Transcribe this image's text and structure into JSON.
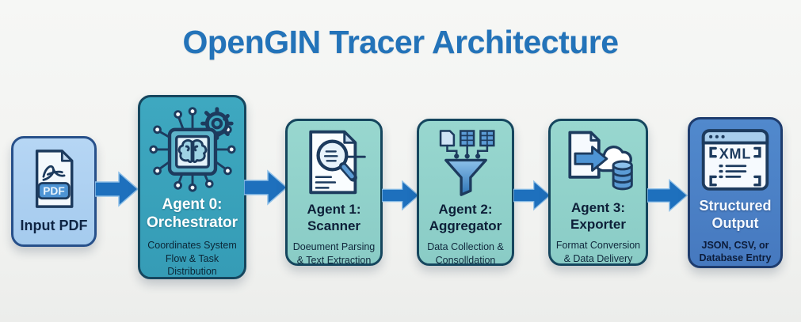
{
  "title": "OpenGIN Tracer Architecture",
  "flow": {
    "nodes": [
      {
        "name": "Input PDF",
        "desc": "",
        "icon": "pdf-document-icon"
      },
      {
        "name": "Agent 0: Orchestrator",
        "desc": "Coordinates System Flow & Task Distribution",
        "icon": "ai-chip-brain-gear-icon"
      },
      {
        "name": "Agent 1: Scanner",
        "desc": "Doeument Parsing & Text Extraction",
        "icon": "document-magnifier-icon"
      },
      {
        "name": "Agent 2: Aggregator",
        "desc": "Data Collection & Consolldation",
        "icon": "funnel-aggregation-icon"
      },
      {
        "name": "Agent 3: Exporter",
        "desc": "Format Conversion & Data Delivery",
        "icon": "export-cloud-database-icon"
      },
      {
        "name": "Structured Output",
        "desc": "JSON, CSV, or Database Entry",
        "icon": "xml-window-icon"
      }
    ]
  },
  "icon_labels": {
    "pdf_badge": "PDF",
    "xml_label": "XML"
  },
  "colors": {
    "title": "#2373b9",
    "input_fill": "#aacff1",
    "orchestrator_fill": "#3aa2bb",
    "agent_fill": "#92d3cc",
    "output_fill": "#4a80c6",
    "arrow": "#1e70bd",
    "border_navy": "#1b4160"
  }
}
